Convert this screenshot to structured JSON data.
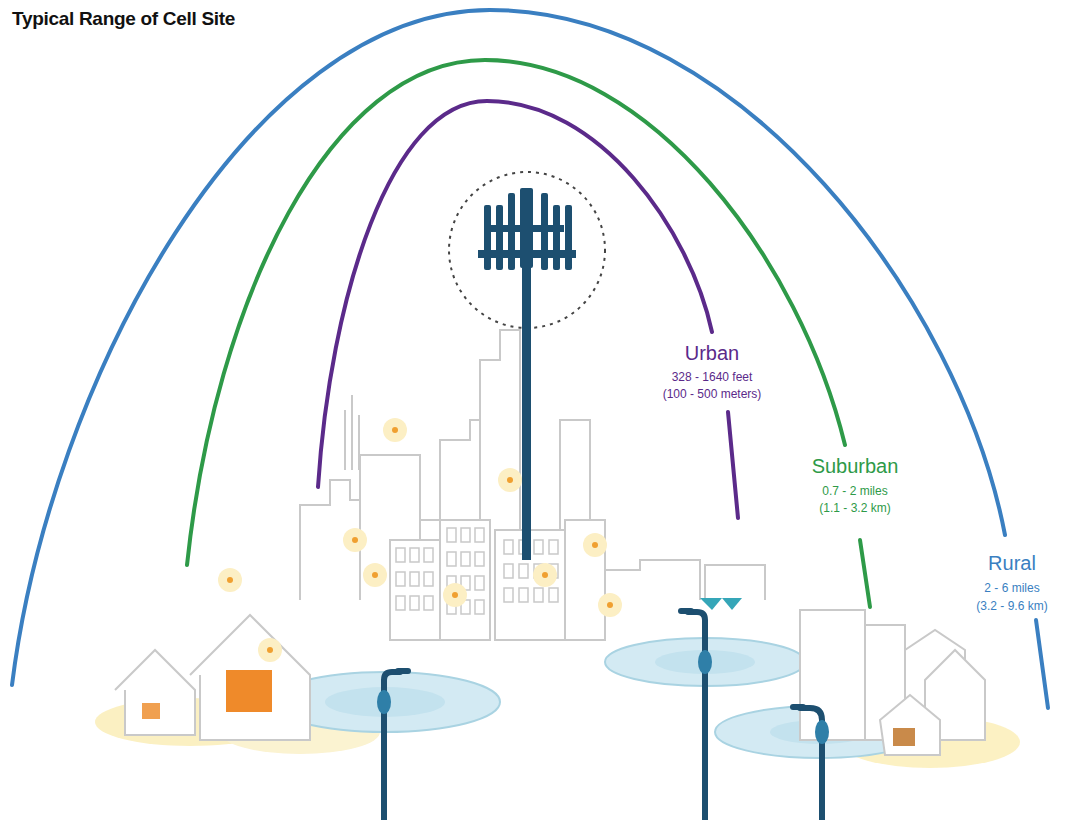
{
  "diagram": {
    "title": "Typical Range of Cell Site",
    "labels": [
      "Urban",
      "328 - 1640 feet",
      "(100 - 500 meters)",
      "Suburban",
      "0.7 - 2 miles",
      "(1.1 - 3.2 km)",
      "Rural",
      "2 - 6 miles",
      "(3.2 - 9.6 km)"
    ]
  }
}
